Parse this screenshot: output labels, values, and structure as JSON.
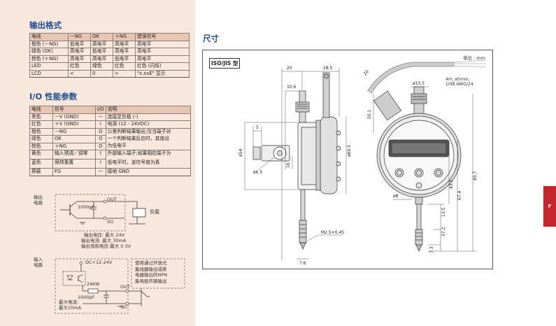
{
  "output_format": {
    "title": "输出格式",
    "headers": [
      "电线",
      "－NG",
      "OK",
      "＋NG",
      "错误信号"
    ],
    "rows": [
      [
        "橙色 (－NG)",
        "低电平",
        "高电平",
        "高电平",
        "高电平"
      ],
      [
        "绿色 (OK)",
        "高电平",
        "低电平",
        "高电平",
        "高电平"
      ],
      [
        "棕色 (＋NG)",
        "高电平",
        "高电平",
        "低电平",
        "高电平"
      ],
      [
        "LED",
        "红色",
        "绿色",
        "红色",
        "红色 (闪烁)"
      ],
      [
        "LCD",
        "<",
        "0",
        ">",
        "\"x.xxE\" 显示"
      ]
    ]
  },
  "io_params": {
    "title": "I/O 性能参数",
    "headers": [
      "电线",
      "信号",
      "I/O",
      "说明"
    ],
    "rows": [
      {
        "wire": "黑色",
        "signal": "－V (GND)",
        "io": "—",
        "desc": "连接至负极 (-)"
      },
      {
        "wire": "红色",
        "signal": "＋V (GND)",
        "io": "I",
        "desc": "电源 (12 - 24VDC)"
      },
      {
        "wire": "橙色",
        "signal": "－NG",
        "io": "O",
        "desc": "公差判断结果输出;仅当端子对"
      },
      {
        "wire": "绿色",
        "signal": "OK",
        "io": "O",
        "desc": "一个判断结果反应时，其值设"
      },
      {
        "wire": "棕色",
        "signal": "＋NG",
        "io": "O",
        "desc": "为低电平"
      },
      {
        "wire": "黄色",
        "signal": "输入预调／调零",
        "io": "I",
        "desc": "外部输入端子;如果相应端子为"
      },
      {
        "wire": "蓝色",
        "signal": "保持重置",
        "io": "I",
        "desc": "低电平时，该信号值为真"
      },
      {
        "wire": "屏蔽",
        "signal": "FG",
        "io": "—",
        "desc": "接地 GND"
      }
    ]
  },
  "output_circuit": {
    "label": "输出\n电路",
    "cap": "1000pF",
    "out": "OUT",
    "sg": "SG",
    "load": "负载",
    "specs": [
      "输出电压:  最大 24V",
      "输出电流:  最大 30mA",
      "输出饱和电压:最大 0.3V"
    ]
  },
  "input_circuit": {
    "label": "输入\n电路",
    "supply": "DC+12-24V",
    "res": "24kW",
    "cap": "1000pF",
    "out": "OUT",
    "sg": "SG",
    "current": "最大电流:\n最大10mA",
    "note": "使用通过开放式\n集线器输出或继\n电器输出的NPN\n集电极开路输出"
  },
  "dimensions": {
    "title": "尺寸",
    "standard": "ISO/JIS 型",
    "unit": "单位 : mm",
    "cable_note": "4m, ø5mm,\n10线 AWG/24",
    "labels": {
      "d20a": "20",
      "d285": "28.5",
      "d106": "10.6",
      "d5": "5",
      "d54": "ø54",
      "d65": "ø6.5",
      "d16": "16",
      "d605": "ø60.5",
      "thread": "M2.5×0.45",
      "d76": "7.6",
      "d20b": "20",
      "d501": "50.1",
      "d105": "ø10.5",
      "d8": "ø8",
      "d135": "13.5",
      "d435": "43.5",
      "d674": "67.4",
      "d807": "80.7",
      "d372": "37.2",
      "d73": "7.3"
    }
  },
  "side_tab": "F"
}
